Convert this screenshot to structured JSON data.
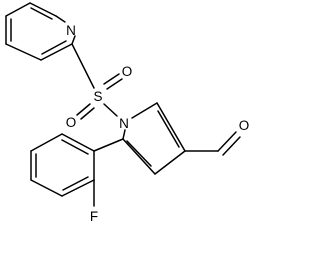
{
  "molecule": {
    "atoms": {
      "n_pyridine": "N",
      "s_sulfonyl": "S",
      "o_sulfonyl_top": "O",
      "o_sulfonyl_bottom": "O",
      "n_pyrrole": "N",
      "o_aldehyde": "O",
      "f_fluoro": "F"
    }
  }
}
